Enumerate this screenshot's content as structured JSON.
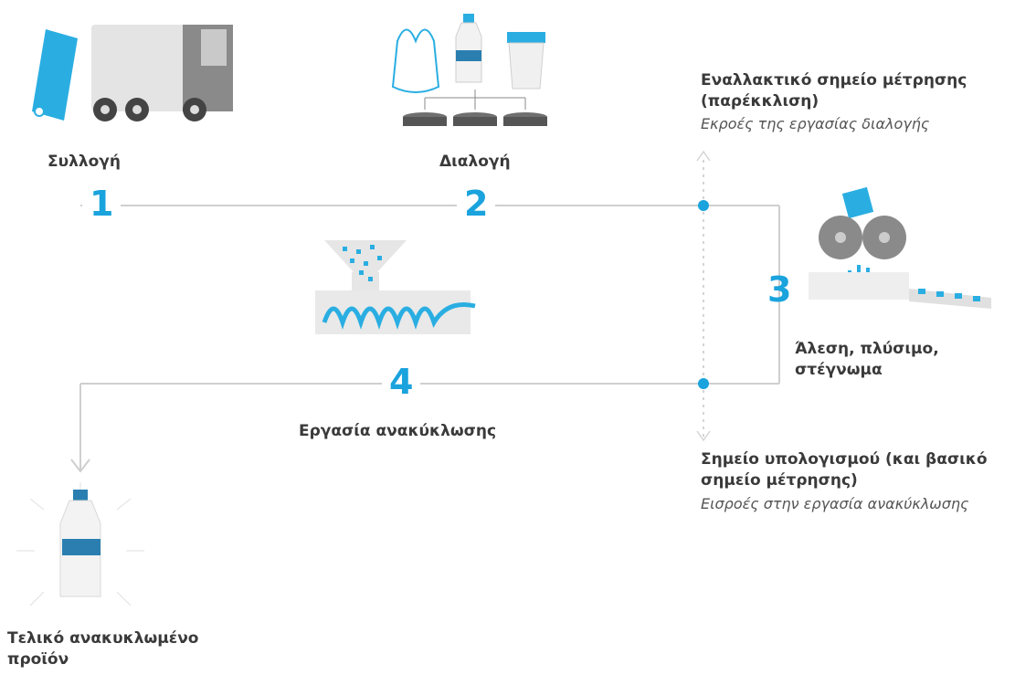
{
  "steps": [
    {
      "number": "1",
      "label": "Συλλογή"
    },
    {
      "number": "2",
      "label": "Διαλογή"
    },
    {
      "number": "3",
      "label_line1": "Άλεση, πλύσιμο,",
      "label_line2": "στέγνωμα"
    },
    {
      "number": "4",
      "label": "Εργασία ανακύκλωσης"
    }
  ],
  "alt_point": {
    "title_line1": "Εναλλακτικό σημείο μέτρησης",
    "title_line2": "(παρέκκλιση)",
    "subtitle": "Εκροές της εργασίας διαλογής"
  },
  "calc_point": {
    "title_line1": "Σημείο υπολογισμού (και βασικό",
    "title_line2": "σημείο μέτρησης)",
    "subtitle": "Εισροές στην εργασία ανακύκλωσης"
  },
  "final_product": {
    "line1": "Τελικό ανακυκλωμένο",
    "line2": "προϊόν"
  },
  "colors": {
    "accent": "#1aa3dd",
    "line": "#c8c8c8",
    "text": "#3a3a3a",
    "grey_ink": "#6b6b6b"
  }
}
